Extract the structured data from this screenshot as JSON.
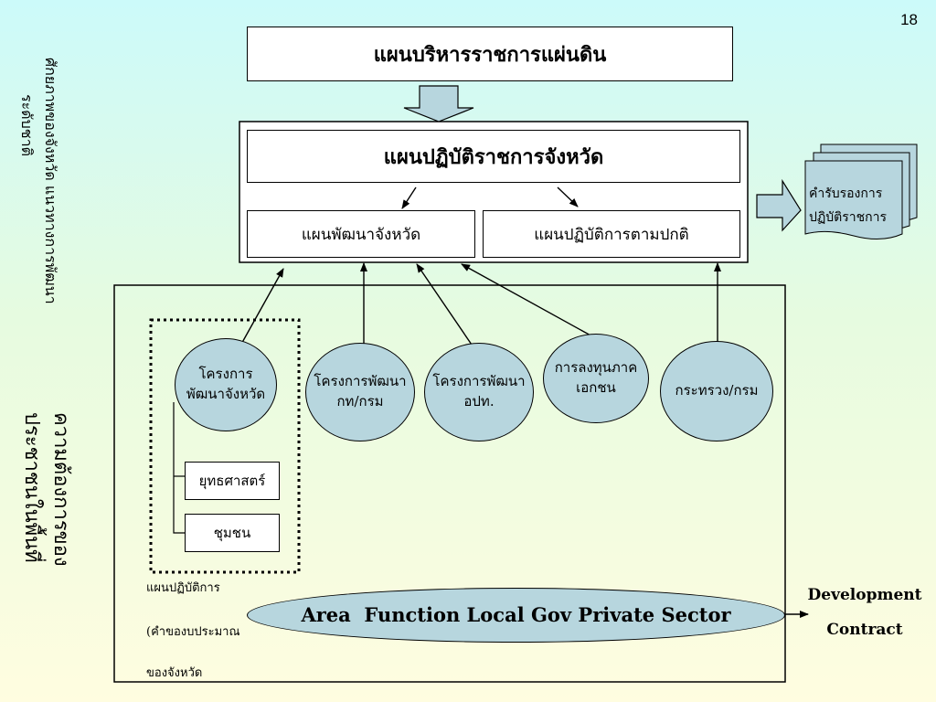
{
  "slide_number": "18",
  "side_labels": {
    "top_line1": "ศักยภาพของจังหวัด แนวทางการพัฒนา",
    "top_line2": "ระดับชาติ",
    "bottom_line1": "ความต้องการของ",
    "bottom_line2": "ประชาชนในพื้นที่"
  },
  "top_plan": "แผนบริหารราชการแผ่นดิน",
  "provincial": {
    "title": "แผนปฏิบัติราชการจังหวัด",
    "left": "แผนพัฒนาจังหวัด",
    "right": "แผนปฏิบัติการตามปกติ"
  },
  "certification": {
    "line1": "คำรับรองการ",
    "line2": "ปฏิบัติราชการ"
  },
  "projects": [
    {
      "line1": "โครงการ",
      "line2": "พัฒนาจังหวัด"
    },
    {
      "line1": "โครงการพัฒนา",
      "line2": "กท/กรม"
    },
    {
      "line1": "โครงการพัฒนา",
      "line2": "อปท."
    },
    {
      "line1": "การลงทุนภาค",
      "line2": "เอกชน"
    },
    {
      "line1": "กระทรวง/กรม",
      "line2": ""
    }
  ],
  "sub_items": {
    "strategy": "ยุทธศาสตร์",
    "community": "ชุมชน"
  },
  "budget_note": {
    "line1": "แผนปฏิบัติการ",
    "line2": "(คำของบประมาณ",
    "line3": "ของจังหวัด"
  },
  "area_function": "Area  Function Local Gov Private Sector",
  "contract": {
    "line1": "Development",
    "line2": "Contract"
  }
}
